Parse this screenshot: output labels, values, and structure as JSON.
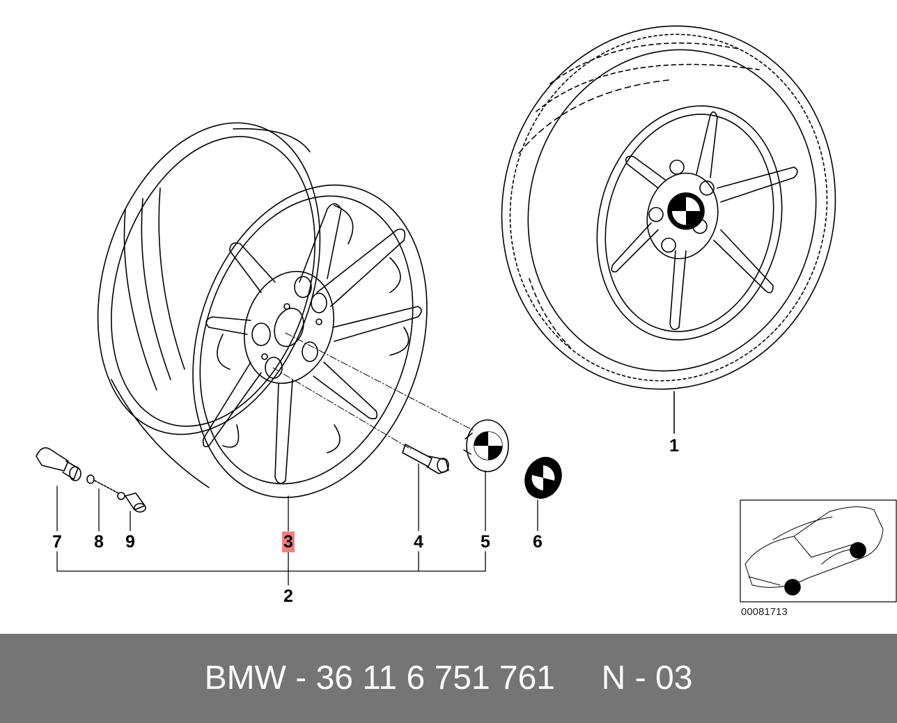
{
  "callouts": {
    "c1": "1",
    "c2": "2",
    "c3": "3",
    "c4": "4",
    "c5": "5",
    "c6": "6",
    "c7": "7",
    "c8": "8",
    "c9": "9"
  },
  "highlighted_part": "3",
  "highlight_color": "#f08080",
  "diagram_id": "00081713",
  "footer": {
    "text": "BMW - 36 11 6 751 761     N - 03",
    "background": "#757575",
    "color": "#ffffff"
  }
}
